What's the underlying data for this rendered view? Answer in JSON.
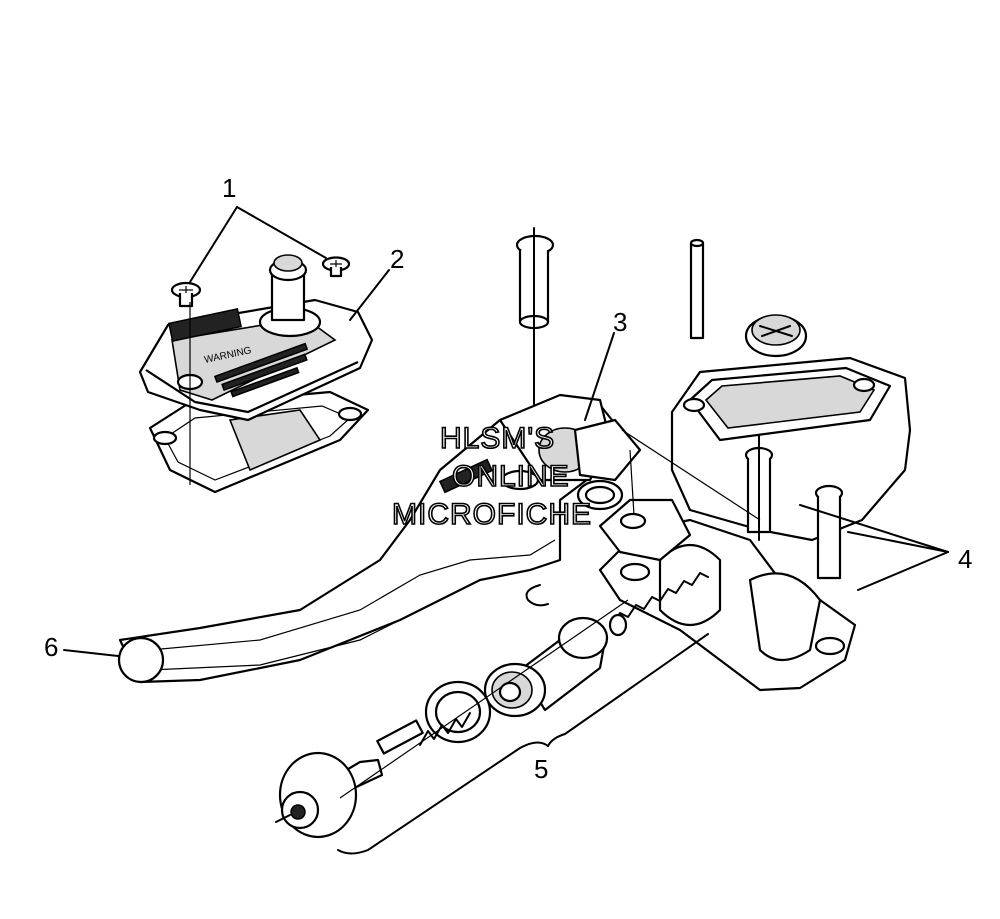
{
  "callouts": {
    "c1": "1",
    "c2": "2",
    "c3": "3",
    "c4": "4",
    "c5": "5",
    "c6": "6"
  },
  "watermark": {
    "line1": "HLSM'S",
    "line2": "ONLINE",
    "line3": "MICROFICHE"
  },
  "colors": {
    "ink": "#000000",
    "background": "#ffffff"
  }
}
